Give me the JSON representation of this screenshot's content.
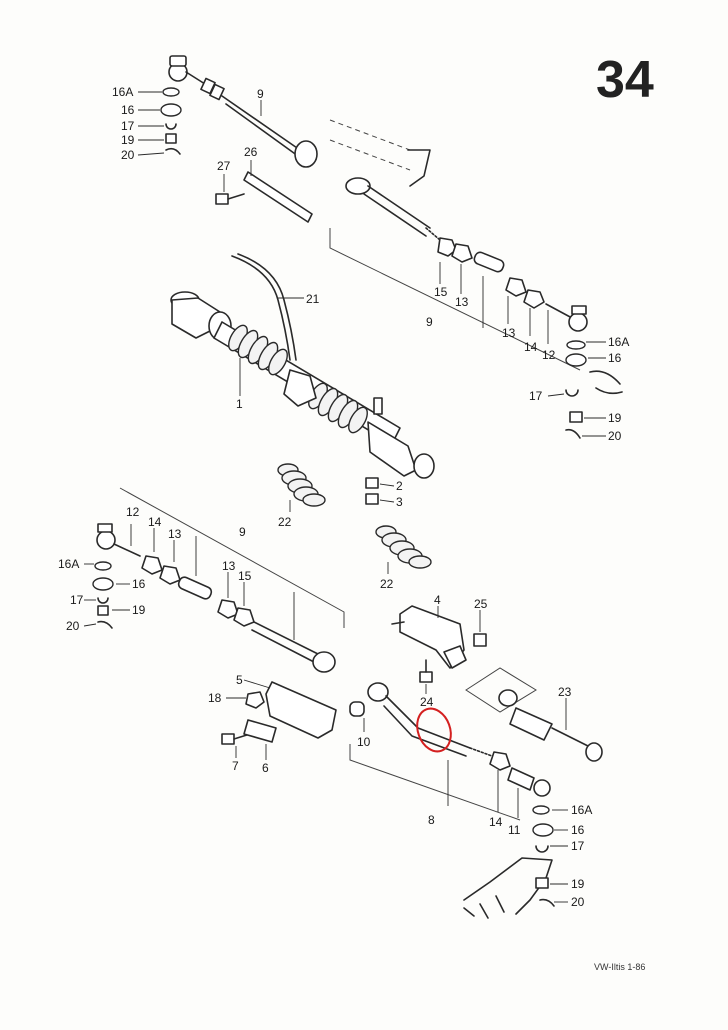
{
  "page_number": "34",
  "footer": "VW-Iltis  1-86",
  "labels": {
    "c1_16A": "16A",
    "c1_16": "16",
    "c1_17": "17",
    "c1_19": "19",
    "c1_20": "20",
    "c1_9": "9",
    "c1_27": "27",
    "c1_26": "26",
    "c1_21": "21",
    "c1_1": "1",
    "c2_15": "15",
    "c2_13a": "13",
    "c2_13b": "13",
    "c2_14": "14",
    "c2_12": "12",
    "c2_9": "9",
    "c2_16A": "16A",
    "c2_16": "16",
    "c2_17": "17",
    "c2_19": "19",
    "c2_20": "20",
    "c3_22a": "22",
    "c3_2": "2",
    "c3_3": "3",
    "c3_22b": "22",
    "c4_12": "12",
    "c4_14": "14",
    "c4_13a": "13",
    "c4_9": "9",
    "c4_13b": "13",
    "c4_15": "15",
    "c4_16A": "16A",
    "c4_16": "16",
    "c4_17": "17",
    "c4_19": "19",
    "c4_20": "20",
    "c5_4": "4",
    "c5_25": "25",
    "c5_5": "5",
    "c5_18": "18",
    "c5_24": "24",
    "c5_23": "23",
    "c5_7": "7",
    "c5_6": "6",
    "c5_10": "10",
    "c5_8": "8",
    "c5_14": "14",
    "c5_11": "11",
    "c5_16A": "16A",
    "c5_16": "16",
    "c5_17": "17",
    "c5_19": "19",
    "c5_20": "20"
  },
  "colors": {
    "ink": "#2a2a2a",
    "highlight": "#d42020",
    "paper": "#fdfdfb"
  }
}
